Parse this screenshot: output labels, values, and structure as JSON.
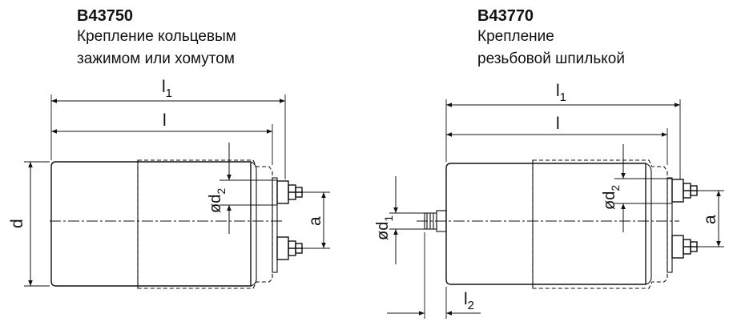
{
  "left": {
    "code": "B43750",
    "desc_line1": "Крепление кольцевым",
    "desc_line2": "зажимом или хомутом",
    "labels": {
      "l1": "l",
      "l1_sub": "1",
      "l": "l",
      "d": "d",
      "d2": "ød",
      "d2_sub": "2",
      "a": "a"
    }
  },
  "right": {
    "code": "B43770",
    "desc_line1": "Крепление",
    "desc_line2": "резьбовой шпилькой",
    "labels": {
      "l1": "l",
      "l1_sub": "1",
      "l": "l",
      "d1": "ød",
      "d1_sub": "1",
      "d2": "ød",
      "d2_sub": "2",
      "a": "a",
      "l2": "l",
      "l2_sub": "2"
    }
  },
  "colors": {
    "line": "#111111",
    "background": "#ffffff"
  }
}
